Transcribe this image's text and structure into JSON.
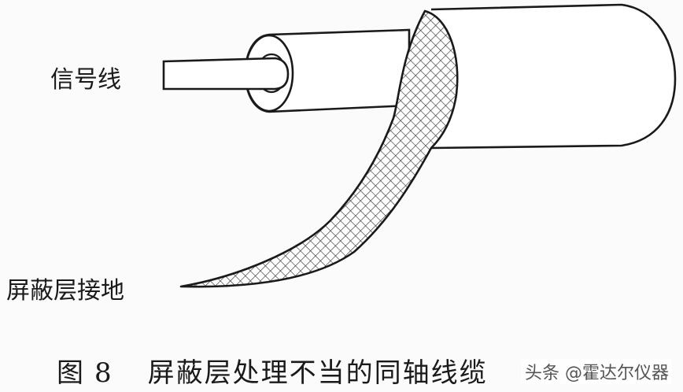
{
  "labels": {
    "signal_wire": "信号线",
    "shield_ground": "屏蔽层接地"
  },
  "caption": {
    "figure_label": "图",
    "figure_number": "8",
    "title": "屏蔽层处理不当的同轴线缆"
  },
  "watermark": {
    "text": "头条 @霍达尔仪器"
  },
  "colors": {
    "stroke": "#1a1a1a",
    "background": "#fbfbfb",
    "mesh": "#333333"
  }
}
